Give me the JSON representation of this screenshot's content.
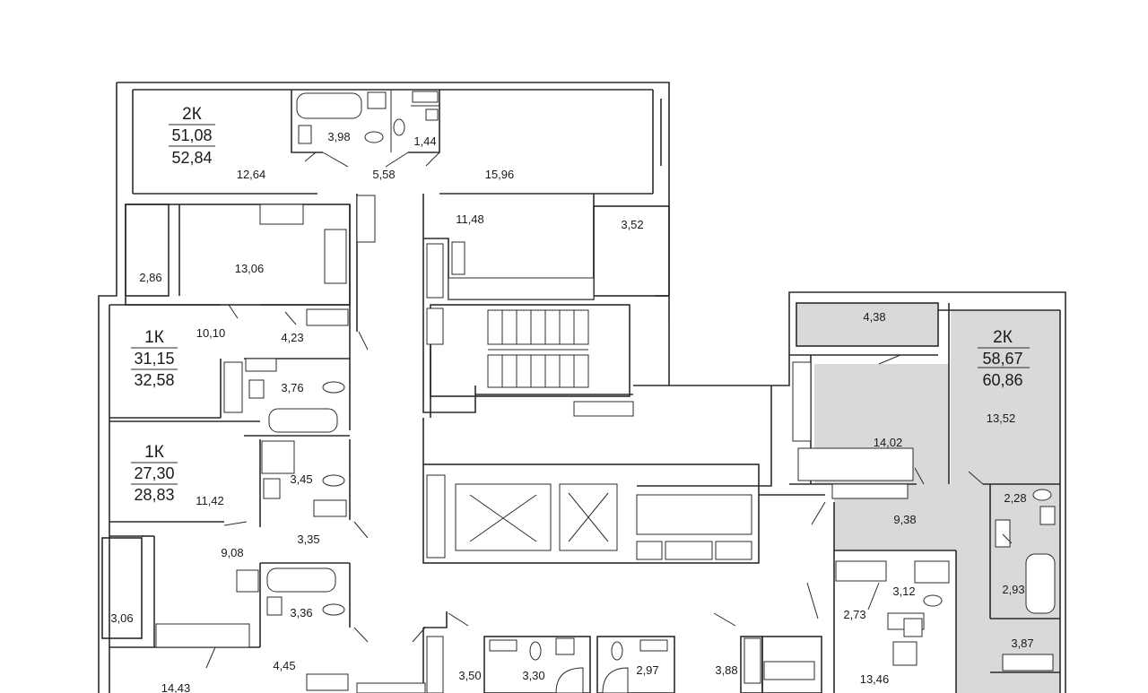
{
  "apartments": [
    {
      "type": "2К",
      "living_area": "51,08",
      "total_area": "52,84"
    },
    {
      "type": "1К",
      "living_area": "31,15",
      "total_area": "32,58"
    },
    {
      "type": "1К",
      "living_area": "27,30",
      "total_area": "28,83"
    },
    {
      "type": "2К",
      "living_area": "58,67",
      "total_area": "60,86"
    }
  ],
  "rooms": [
    "3,98",
    "1,44",
    "12,64",
    "5,58",
    "15,96",
    "11,48",
    "3,52",
    "2,86",
    "13,06",
    "10,10",
    "4,23",
    "3,76",
    "3,45",
    "11,42",
    "9,08",
    "3,35",
    "3,06",
    "3,36",
    "4,45",
    "14,43",
    "4,38",
    "13,52",
    "14,02",
    "2,28",
    "9,38",
    "3,12",
    "2,73",
    "2,93",
    "3,87",
    "13,46",
    "3,50",
    "3,30",
    "2,97",
    "3,88"
  ],
  "colors": {
    "wall": "#2b2b2b",
    "highlight": "#d9d9d9"
  }
}
